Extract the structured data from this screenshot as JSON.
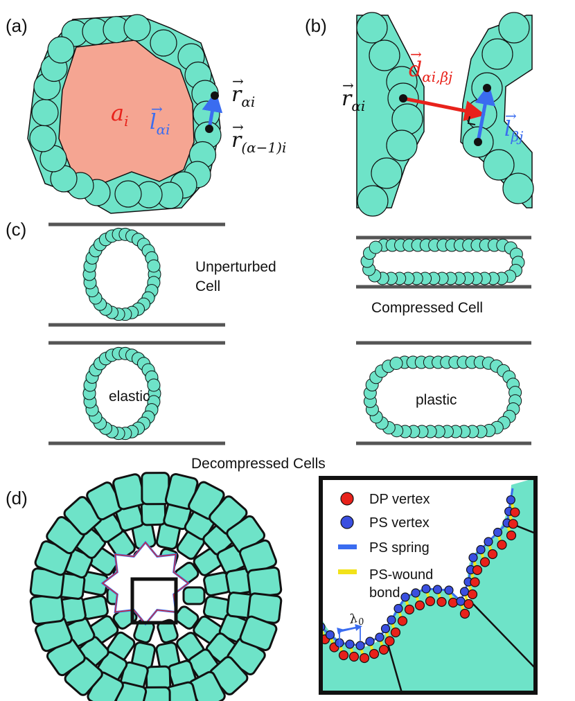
{
  "panel_labels": {
    "a": "(a)",
    "b": "(b)",
    "c": "(c)",
    "d": "(d)"
  },
  "panel_a": {
    "area_symbol": "a",
    "area_sub": "i",
    "r_alpha_i": "r",
    "r_alpha_i_sub": "αi",
    "l_alpha_i": "l",
    "l_alpha_i_sub": "αi",
    "r_prev": "r",
    "r_prev_sub": "(α−1)i"
  },
  "panel_b": {
    "r_alpha_i": "r",
    "r_alpha_i_sub": "αi",
    "d": "d",
    "d_sub": "αi,βj",
    "l_beta_j": "l",
    "l_beta_j_sub": "βj"
  },
  "panel_c": {
    "unperturbed_line1": "Unperturbed",
    "unperturbed_line2": "Cell",
    "compressed": "Compressed Cell",
    "elastic": "elastic",
    "plastic": "plastic",
    "decompressed": "Decompressed Cells"
  },
  "panel_d": {
    "legend": [
      {
        "label": "DP vertex",
        "color": "#e8221b",
        "kind": "dot"
      },
      {
        "label": "PS vertex",
        "color": "#3a4fe0",
        "kind": "dot"
      },
      {
        "label": "PS spring",
        "color": "#3a4fe0",
        "kind": "bar"
      },
      {
        "label": "PS-wound",
        "color": "#111111",
        "kind": "bar-yellow"
      }
    ],
    "legend_bond_line2": "bond",
    "lambda": "λ",
    "lambda_sub": "0"
  },
  "colors": {
    "cell": "#6ee3c8",
    "area": "#f5a592",
    "red": "#e8221b",
    "blue": "#3a6cf0",
    "yellow": "#f2e21a",
    "plate": "#555555"
  }
}
